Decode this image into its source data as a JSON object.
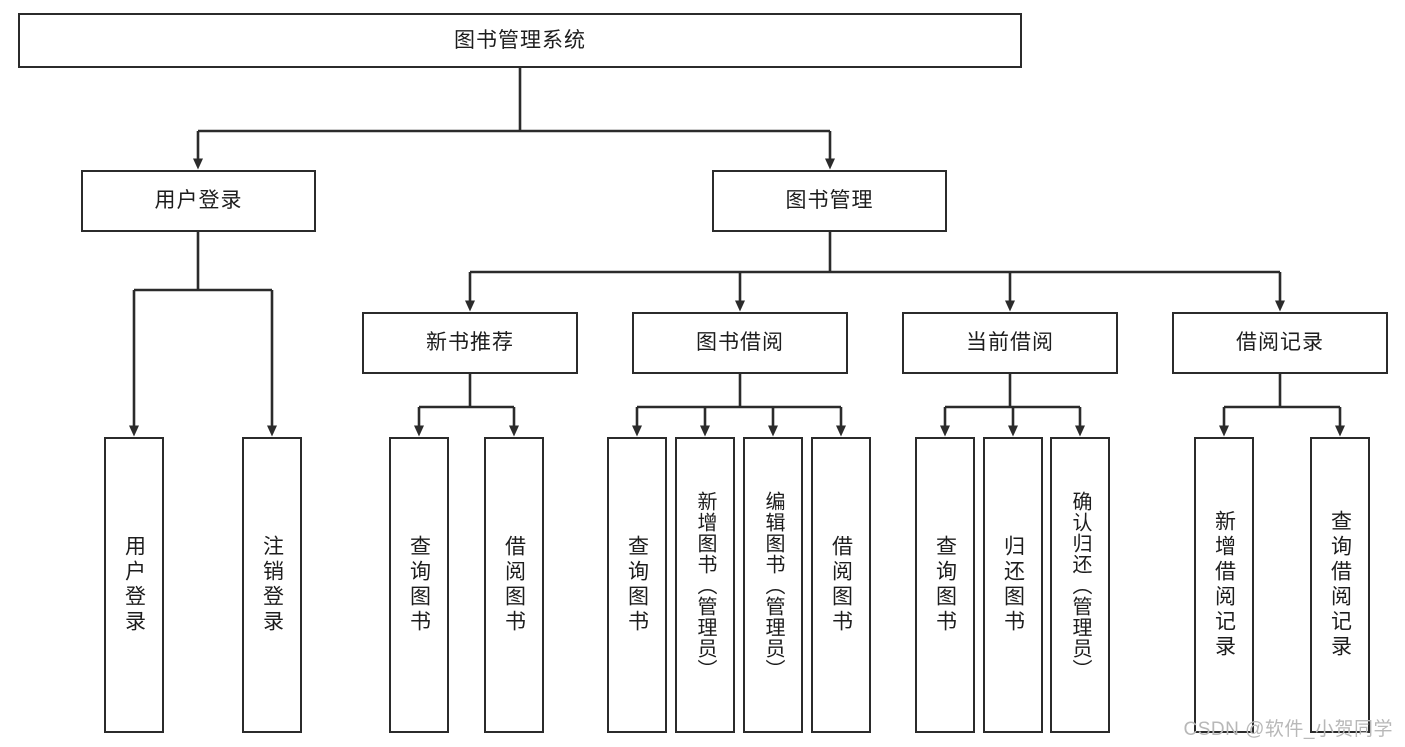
{
  "diagram": {
    "title": "图书管理系统",
    "type": "tree-hierarchy",
    "root": {
      "label": "图书管理系统"
    },
    "level2": [
      {
        "label": "用户登录"
      },
      {
        "label": "图书管理"
      }
    ],
    "level3": [
      {
        "label": "新书推荐"
      },
      {
        "label": "图书借阅"
      },
      {
        "label": "当前借阅"
      },
      {
        "label": "借阅记录"
      }
    ],
    "leaves": {
      "user_login": [
        {
          "label": "用户登录"
        },
        {
          "label": "注销登录"
        }
      ],
      "new_book_recommend": [
        {
          "label": "查询图书"
        },
        {
          "label": "借阅图书"
        }
      ],
      "book_borrow": [
        {
          "label": "查询图书"
        },
        {
          "label": "新增图书（管理员）"
        },
        {
          "label": "编辑图书（管理员）"
        },
        {
          "label": "借阅图书"
        }
      ],
      "current_borrow": [
        {
          "label": "查询图书"
        },
        {
          "label": "归还图书"
        },
        {
          "label": "确认归还（管理员）"
        }
      ],
      "borrow_record": [
        {
          "label": "新增借阅记录"
        },
        {
          "label": "查询借阅记录"
        }
      ]
    }
  },
  "watermark": {
    "text": "CSDN @软件_小贺同学"
  },
  "colors": {
    "stroke": "#2b2b2b",
    "background": "#ffffff",
    "text": "#1d1d1d",
    "watermark": "#b8b8b8"
  }
}
